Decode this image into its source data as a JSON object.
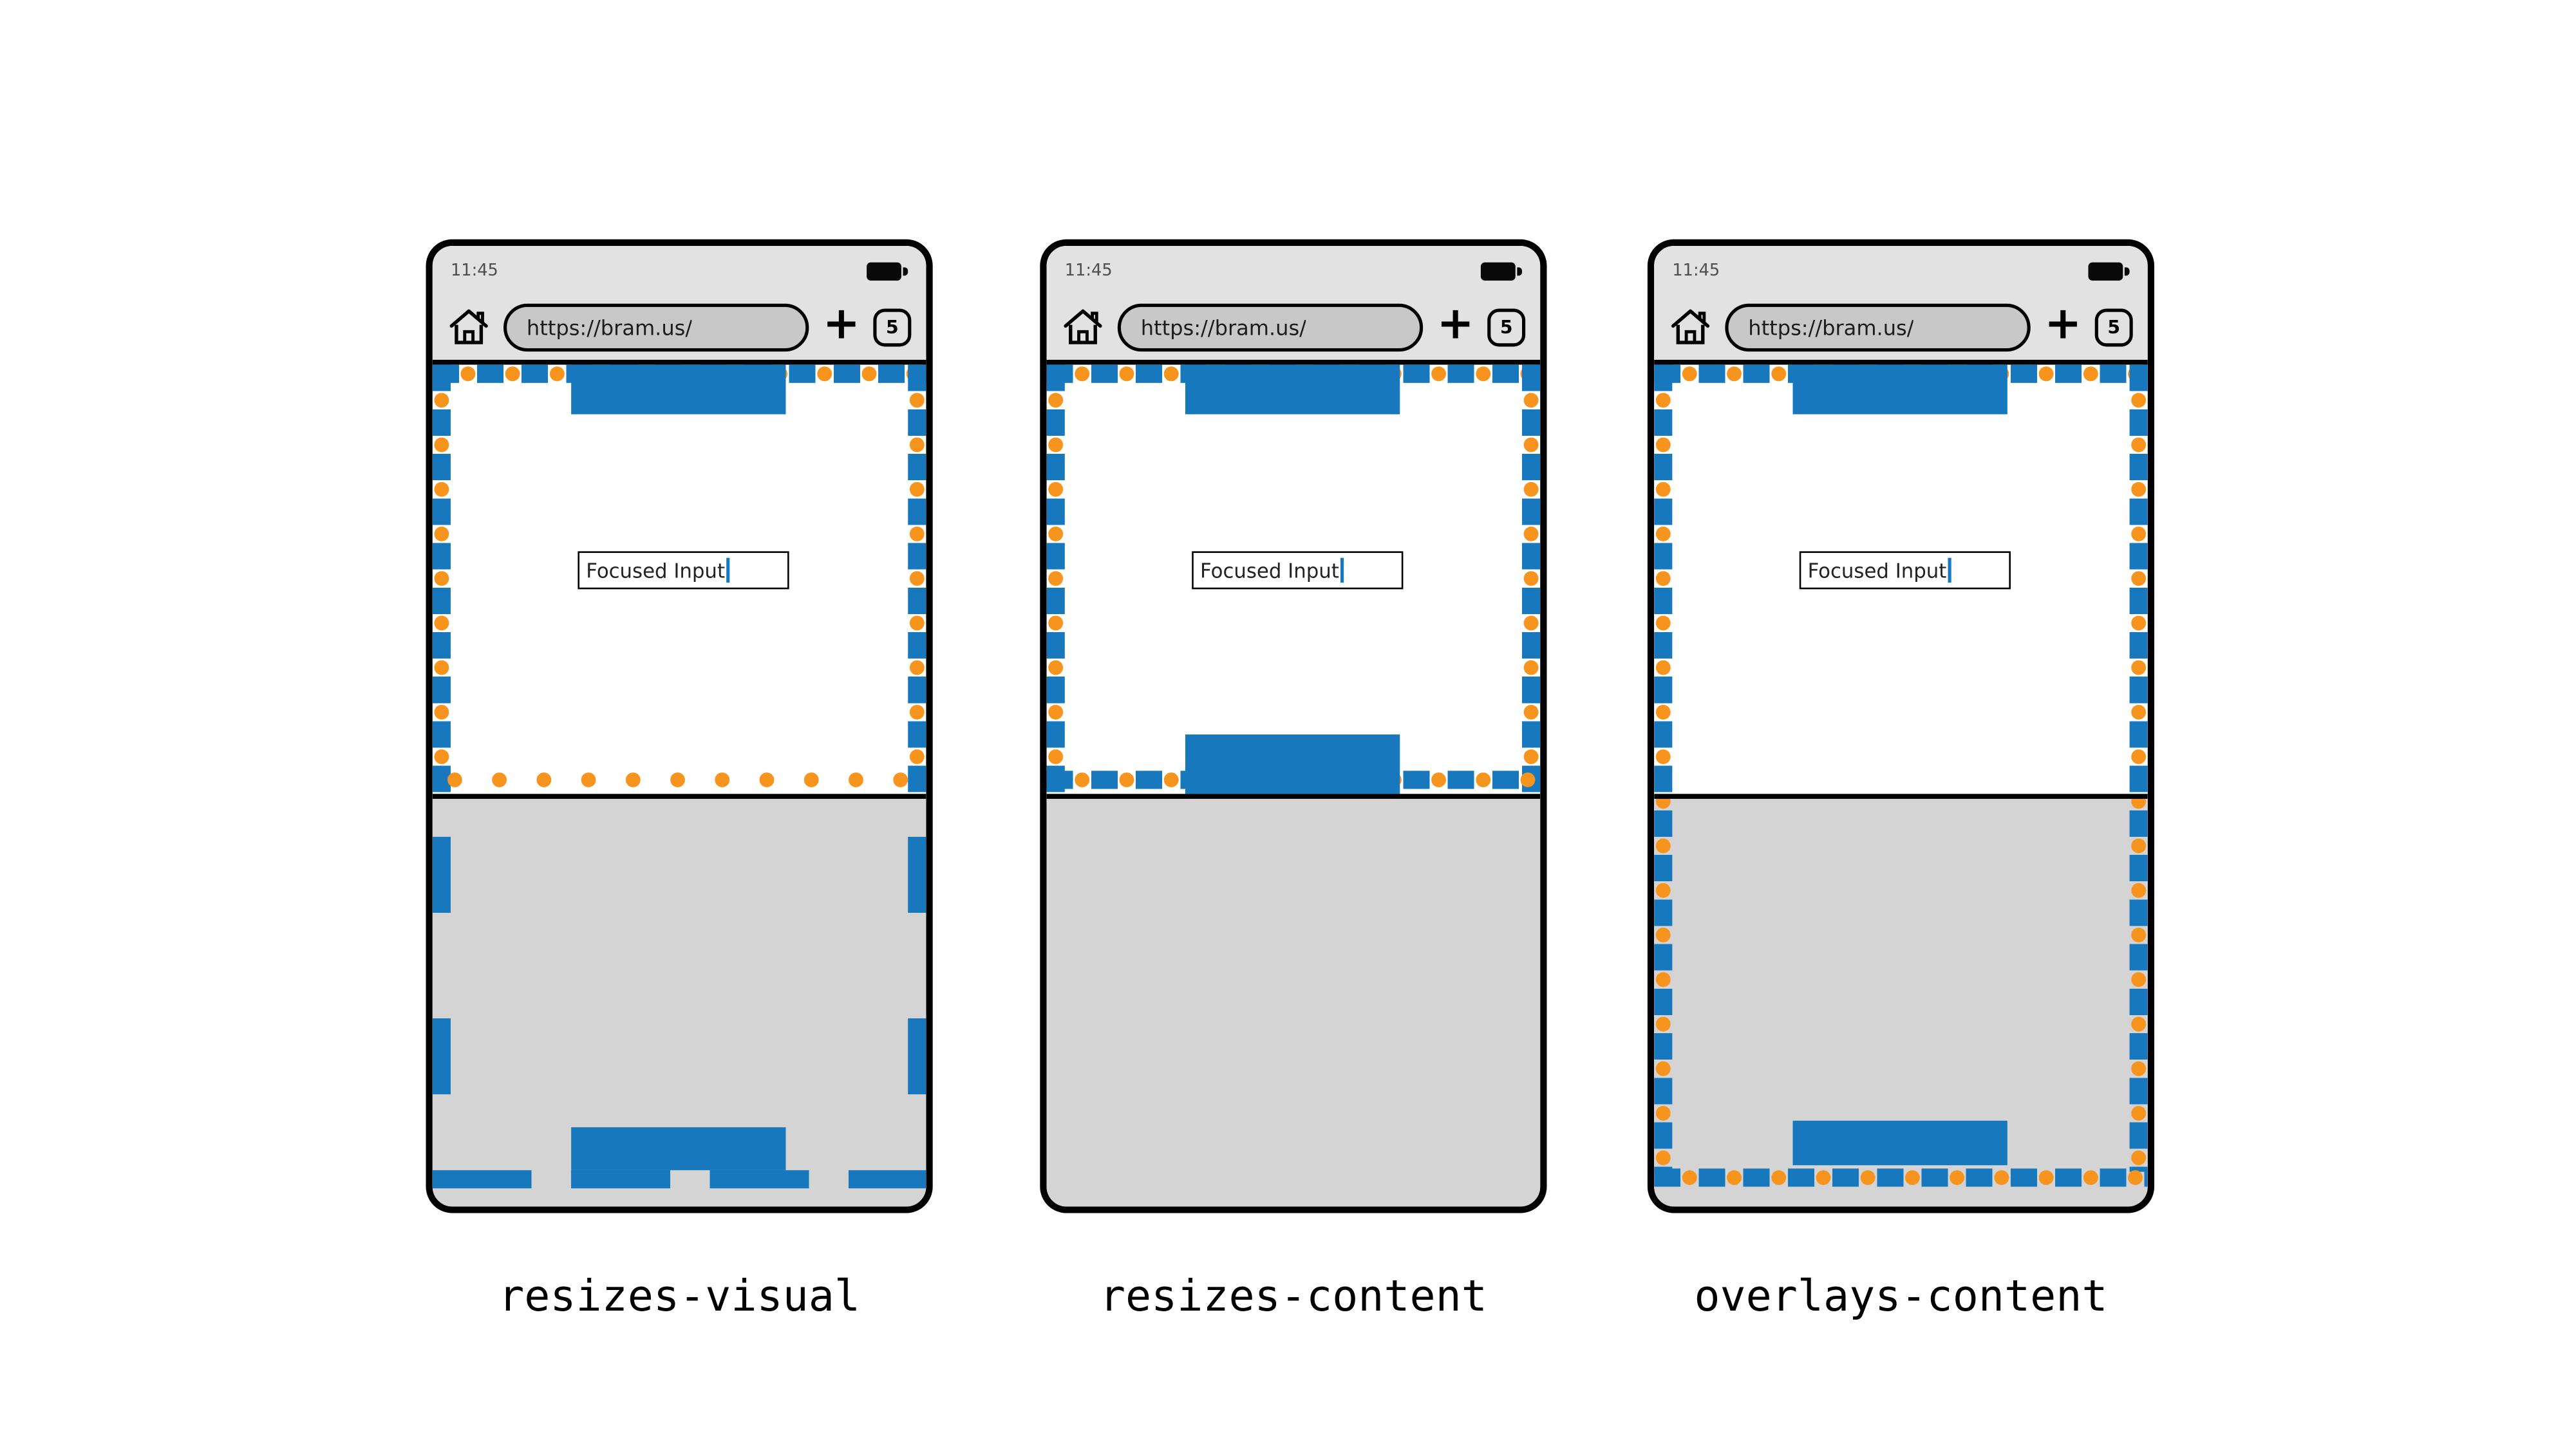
{
  "colors": {
    "viewport_blue": "#1778BE",
    "dot_orange": "#F7941E",
    "chrome_gray": "#E2E2E2",
    "keyboard_gray": "#D4D4D4",
    "url_pill_gray": "#C8C8C8"
  },
  "panels": [
    {
      "caption": "resizes-visual",
      "phone": {
        "status_bar": {
          "time": "11:45"
        },
        "browser_bar": {
          "url": "https://bram.us/",
          "new_tab_label": "+",
          "tab_count": "5"
        },
        "page": {
          "input_value": "Focused Input"
        }
      }
    },
    {
      "caption": "resizes-content",
      "phone": {
        "status_bar": {
          "time": "11:45"
        },
        "browser_bar": {
          "url": "https://bram.us/",
          "new_tab_label": "+",
          "tab_count": "5"
        },
        "page": {
          "input_value": "Focused Input"
        }
      }
    },
    {
      "caption": "overlays-content",
      "phone": {
        "status_bar": {
          "time": "11:45"
        },
        "browser_bar": {
          "url": "https://bram.us/",
          "new_tab_label": "+",
          "tab_count": "5"
        },
        "page": {
          "input_value": "Focused Input"
        }
      }
    }
  ]
}
